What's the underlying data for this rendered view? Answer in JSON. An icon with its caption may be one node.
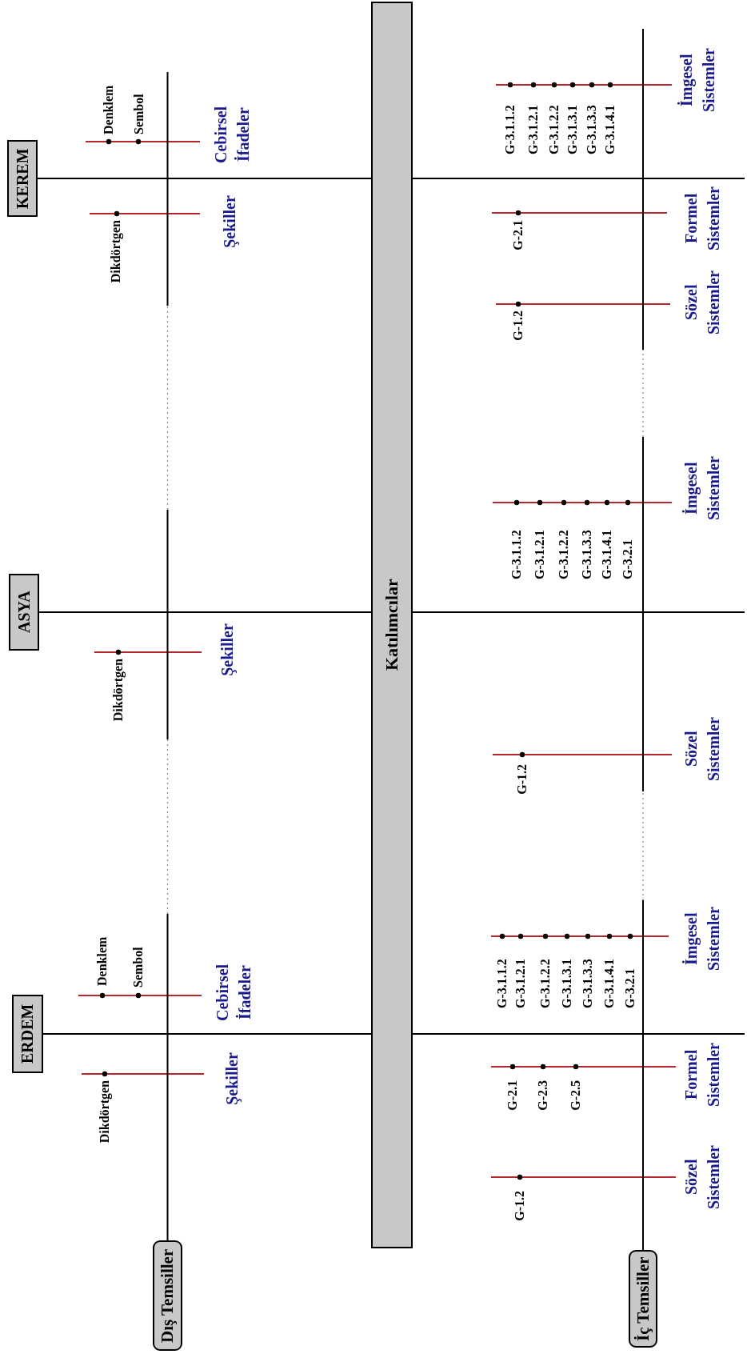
{
  "diagram": {
    "nodes": [
      {
        "text": [
          "Dış Temsiller"
        ]
      },
      {
        "text": [
          "ERDEM"
        ]
      },
      {
        "text": [
          "ASYA"
        ]
      },
      {
        "text": [
          "KEREM"
        ]
      },
      {
        "text": [
          "Katılımcılar"
        ]
      },
      {
        "text": [
          "İç Temsiller"
        ]
      }
    ],
    "edges": [
      {
        "from": 1,
        "to": 4,
        "arrow": "none"
      },
      {
        "from": 2,
        "to": 4,
        "arrow": "none"
      },
      {
        "from": 3,
        "to": 4,
        "arrow": "none"
      },
      {
        "from": 4,
        "to": null,
        "arrow": "none"
      },
      {
        "from": 4,
        "to": null,
        "arrow": "none"
      },
      {
        "from": 4,
        "to": null,
        "arrow": "none"
      },
      {
        "from": 0,
        "to": null,
        "arrow": "none"
      },
      {
        "from": 5,
        "to": null,
        "arrow": "none"
      }
    ],
    "labels": [
      "Dikdörtgen",
      "Şekiller",
      "Denklem",
      "Sembol",
      "Cebirsel İfadeler",
      "Dikdörtgen",
      "Şekiller",
      "Dikdörtgen",
      "Şekiller",
      "Denklem",
      "Sembol",
      "Cebirsel İfadeler",
      "G-1.2",
      "Sözel Sistemler",
      "G-2.1",
      "G-2.3",
      "G-2.5",
      "Formel Sistemler",
      "G-3.1.1.2",
      "G-3.1.2.1",
      "G-3.1.2.2",
      "G-3.1.3.1",
      "G-3.1.3.3",
      "G-3.1.4.1",
      "G-3.2.1",
      "İmgesel Sistemler",
      "G-1.2",
      "Sözel Sistemler",
      "G-3.1.1.2",
      "G-3.1.2.1",
      "G-3.1.2.2",
      "G-3.1.3.3",
      "G-3.1.4.1",
      "G-3.2.1",
      "İmgesel Sistemler",
      "G-1.2",
      "Sözel Sistemler",
      "G-2.1",
      "Formel Sistemler",
      "G-3.1.1.2",
      "G-3.1.2.1",
      "G-3.1.2.2",
      "G-3.1.3.1",
      "G-3.1.3.3",
      "G-3.1.4.1",
      "İmgesel Sistemler"
    ]
  }
}
